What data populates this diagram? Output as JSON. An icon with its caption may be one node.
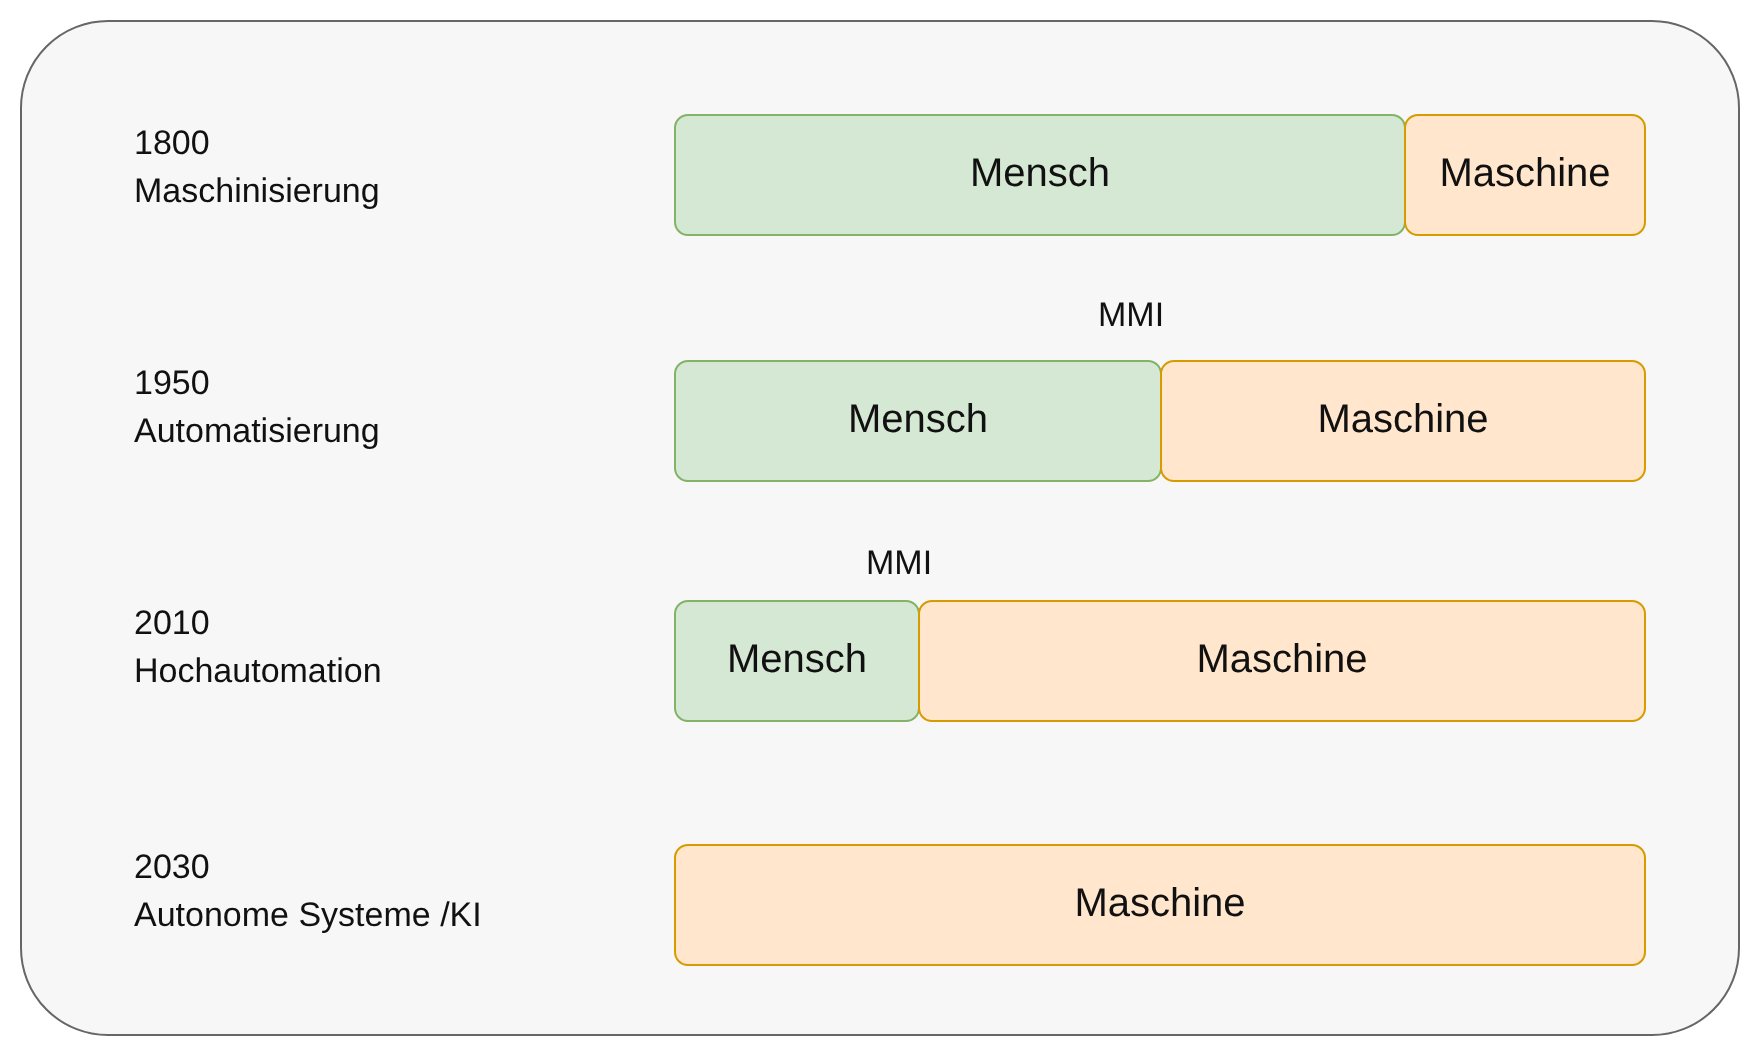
{
  "diagram": {
    "nodes": [
      {
        "text": [],
        "shape": "box"
      },
      {
        "text": [
          "Mensch"
        ],
        "in": 0
      },
      {
        "text": [
          "Maschine"
        ],
        "in": 0
      },
      {
        "text": [
          "Mensch"
        ],
        "in": 0
      },
      {
        "text": [
          "Maschine"
        ],
        "in": 0
      },
      {
        "text": [
          "Mensch"
        ],
        "in": 0
      },
      {
        "text": [
          "Maschine"
        ],
        "in": 0
      },
      {
        "text": [
          "Maschine"
        ],
        "in": 0
      }
    ],
    "edges": [],
    "labels": [
      "1800",
      "Maschinisierung",
      "MMI",
      "1950",
      "Automatisierung",
      "MMI",
      "2010",
      "Hochautomation",
      "2030",
      "Autonome Systeme /KI"
    ]
  }
}
